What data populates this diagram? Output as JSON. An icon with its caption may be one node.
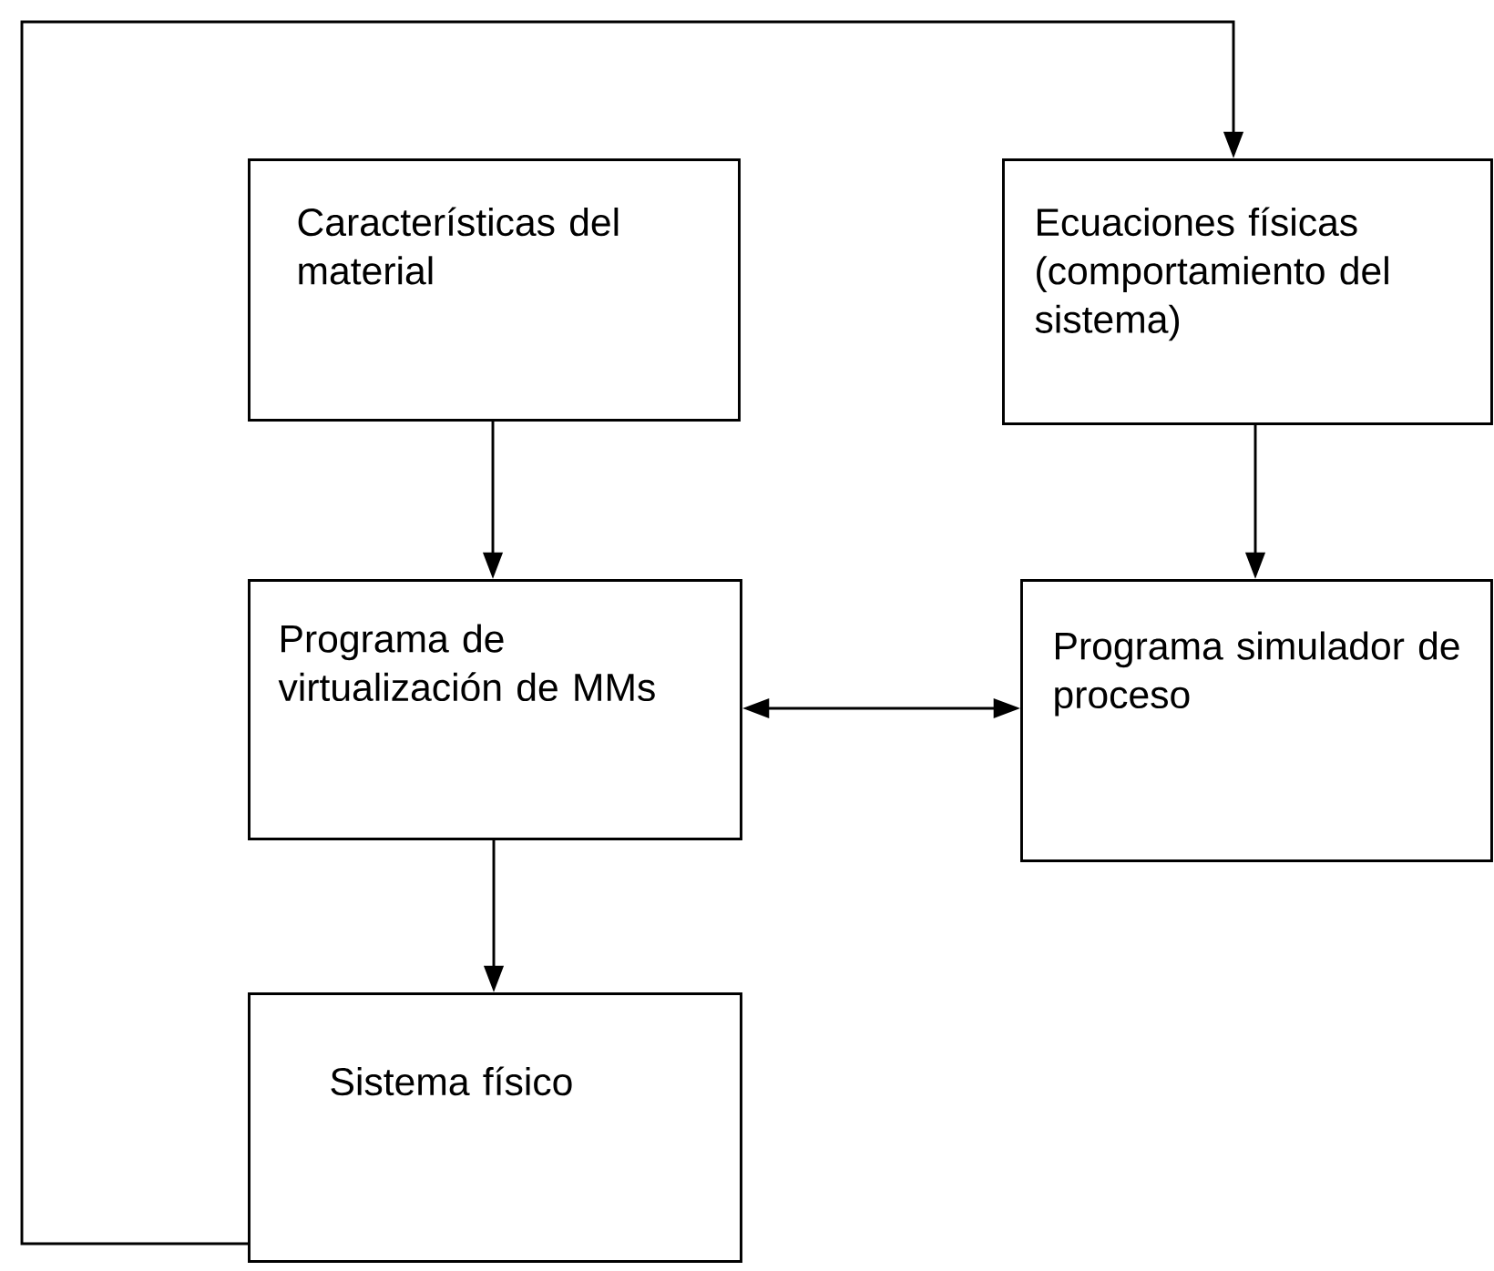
{
  "diagram": {
    "nodes": [
      {
        "text": [
          "Características del material"
        ]
      },
      {
        "text": [
          "Ecuaciones físicas (comportamiento del sistema)"
        ]
      },
      {
        "text": [
          "Programa de virtualización de MMs"
        ]
      },
      {
        "text": [
          "Programa simulador de proceso"
        ]
      },
      {
        "text": [
          "Sistema físico"
        ]
      }
    ],
    "edges": [
      {
        "from": 0,
        "to": 2,
        "arrow": "to"
      },
      {
        "from": 1,
        "to": 3,
        "arrow": "to"
      },
      {
        "from": 2,
        "to": 3,
        "arrow": "both"
      },
      {
        "from": 2,
        "to": 4,
        "arrow": "to"
      },
      {
        "from": 4,
        "to": 1,
        "arrow": "to"
      }
    ]
  }
}
